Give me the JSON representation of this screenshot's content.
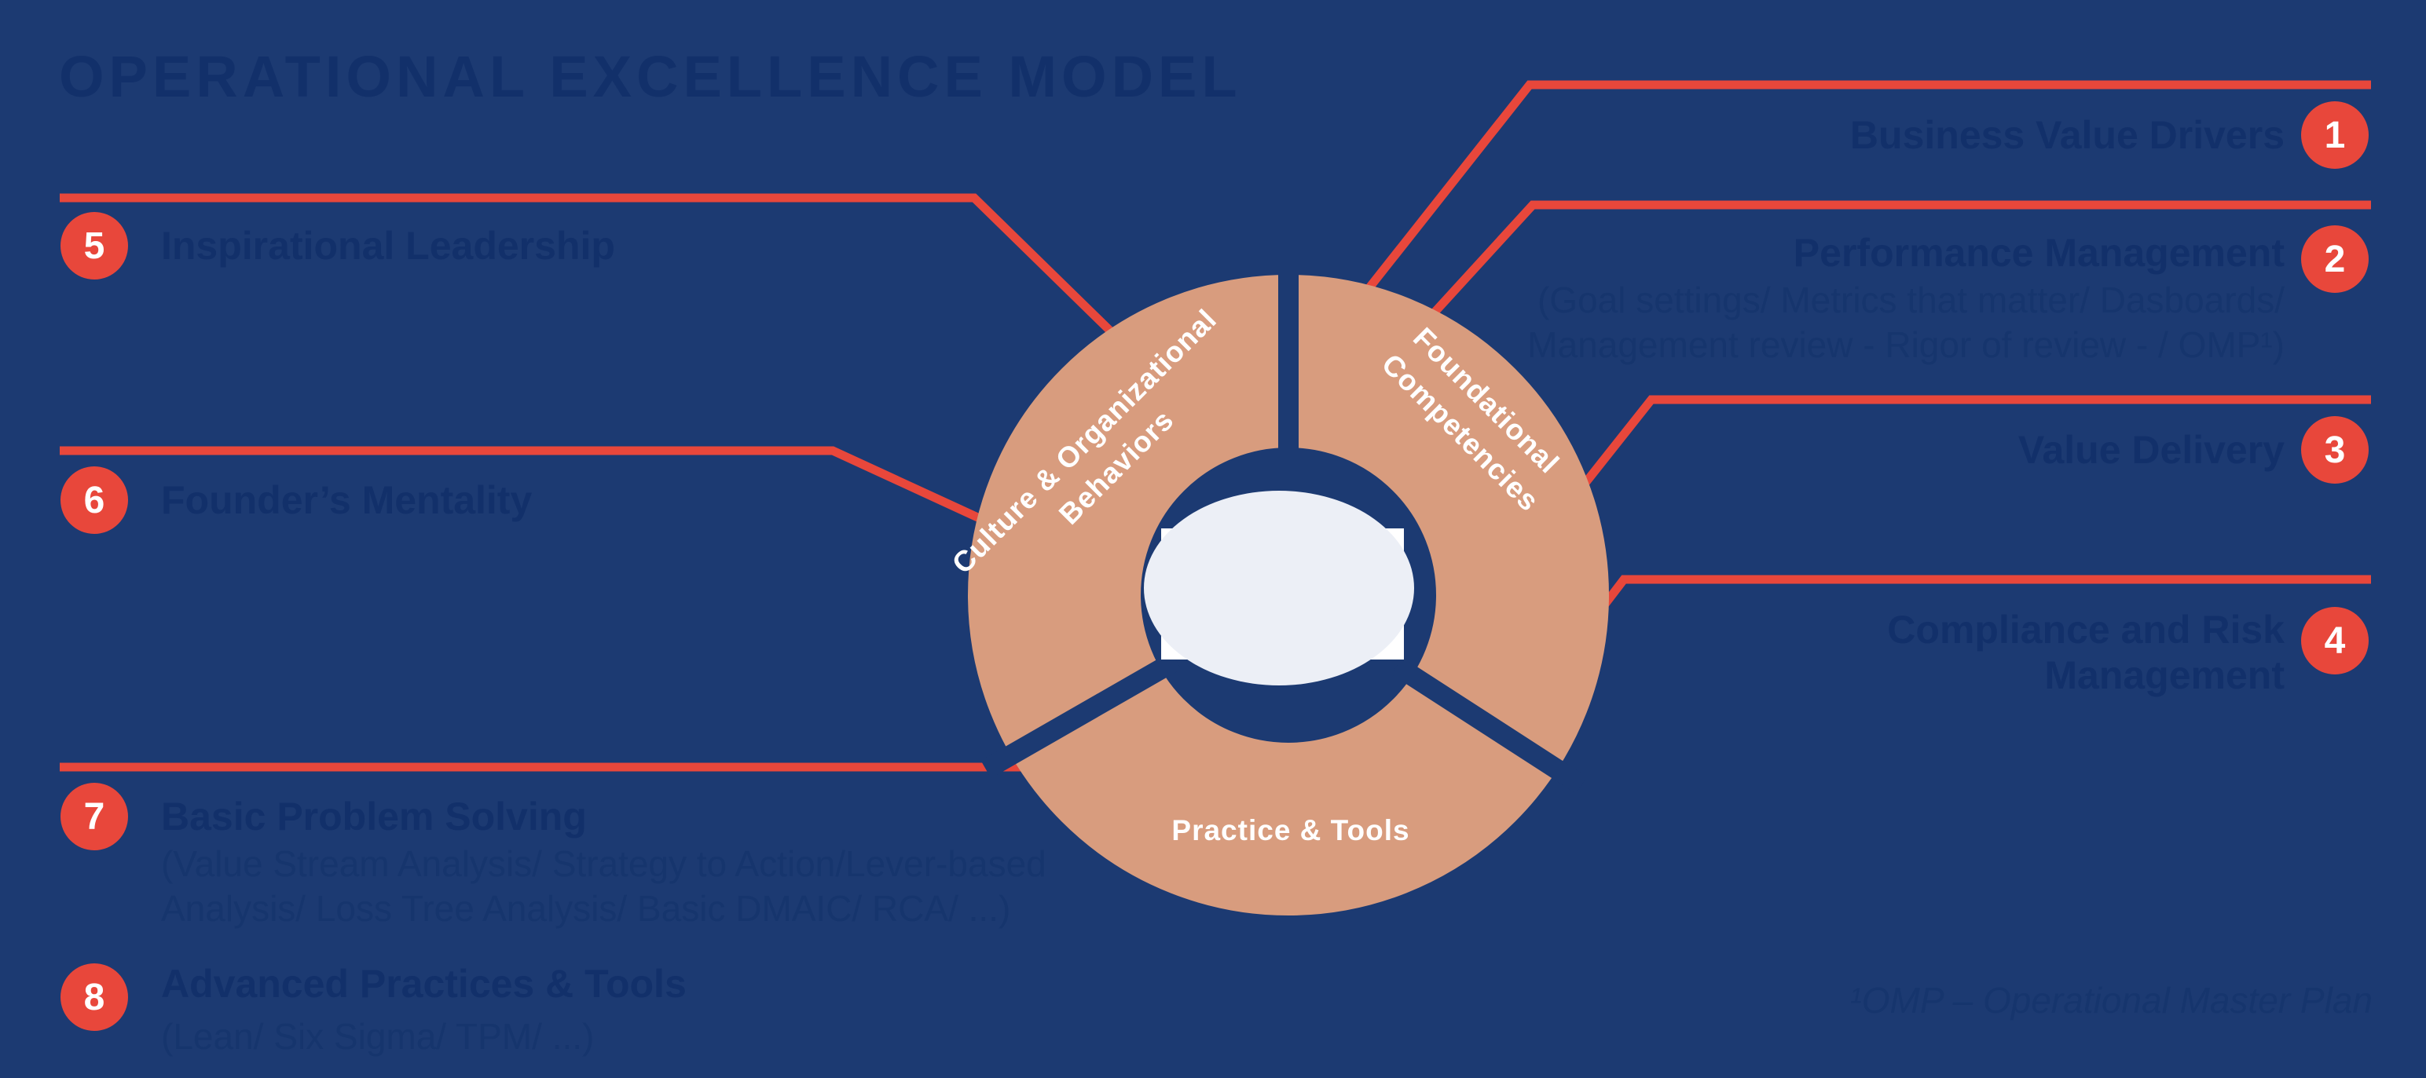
{
  "title": "OPERATIONAL EXCELLENCE MODEL",
  "footnote": "¹OMP – Operational Master Plan",
  "colors": {
    "background": "#1C3A72",
    "ghost_text": "#12306A",
    "ghost_subtext": "#16356D",
    "accent_red": "#E8473B",
    "donut_fill": "#D89C7E",
    "segment_text": "#FFFFFF",
    "center_rect": "#FFFFFF",
    "center_ellipse": "#ECEFF6"
  },
  "donut": {
    "segments": {
      "culture": {
        "line1": "Culture & Organizational",
        "line2": "Behaviors"
      },
      "foundational": {
        "line1": "Foundational",
        "line2": "Competencies"
      },
      "practice": {
        "line1": "Practice & Tools"
      }
    }
  },
  "items": [
    {
      "number": "1",
      "title": "Business Value Drivers",
      "subtitle": ""
    },
    {
      "number": "2",
      "title": "Performance Management",
      "subtitle": "(Goal settings/ Metrics that matter/ Dasboards/ Management review - Rigor of review - / OMP¹)"
    },
    {
      "number": "3",
      "title": "Value Delivery",
      "subtitle": ""
    },
    {
      "number": "4",
      "title": "Compliance and Risk Management",
      "subtitle": ""
    },
    {
      "number": "5",
      "title": "Inspirational Leadership",
      "subtitle": ""
    },
    {
      "number": "6",
      "title": "Founder’s Mentality",
      "subtitle": ""
    },
    {
      "number": "7",
      "title": "Basic Problem Solving",
      "subtitle": "(Value Stream Analysis/ Strategy to Action/Lever-based Analysis/ Loss Tree Analysis/ Basic DMAIC/ RCA/ ...)"
    },
    {
      "number": "8",
      "title": "Advanced Practices & Tools",
      "subtitle": "(Lean/ Six Sigma/ TPM/ ...)"
    }
  ]
}
